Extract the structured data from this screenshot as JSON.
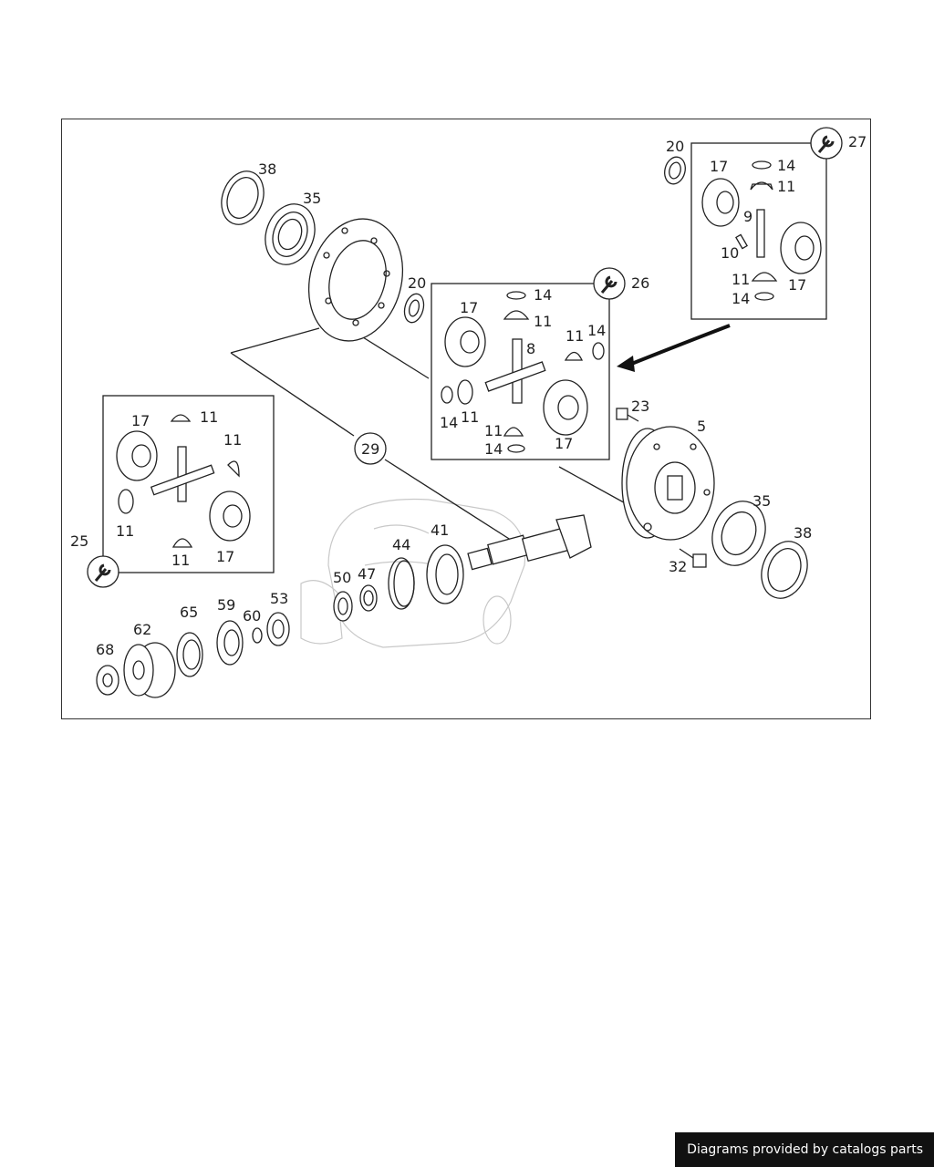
{
  "footer": {
    "credit": "Diagrams provided by catalogs parts"
  },
  "callouts": {
    "p38a": "38",
    "p35a": "35",
    "p20a": "20",
    "p20b": "20",
    "p27": "27",
    "k17": "17",
    "k14a": "14",
    "k11a": "11",
    "k9": "9",
    "k10": "10",
    "k11b": "11",
    "k14b": "14",
    "k17b": "17",
    "p26": "26",
    "c17": "17",
    "c14a": "14",
    "c11a": "11",
    "c8": "8",
    "c11b": "11",
    "c14b": "14",
    "c14c": "14",
    "c11c": "11",
    "c11d": "11",
    "c14d": "14",
    "c17b": "17",
    "p23": "23",
    "p5": "5",
    "p35b": "35",
    "p38b": "38",
    "p32": "32",
    "p29": "29",
    "l17": "17",
    "l11a": "11",
    "l11b": "11",
    "l11c": "11",
    "l11d": "11",
    "l17b": "17",
    "p25": "25",
    "p41": "41",
    "p44": "44",
    "p47": "47",
    "p50": "50",
    "p53": "53",
    "p60": "60",
    "p59": "59",
    "p65": "65",
    "p62": "62",
    "p68": "68"
  },
  "icon_names": [
    "wrench-icon"
  ]
}
